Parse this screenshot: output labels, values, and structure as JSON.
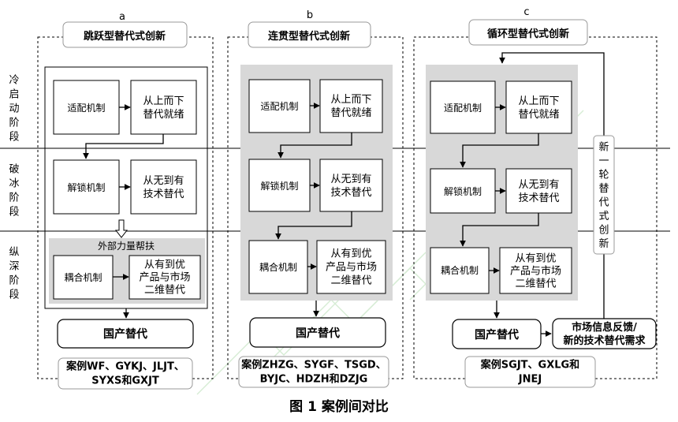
{
  "stages": [
    {
      "name": "stage-cold-start",
      "lines": [
        "冷",
        "启",
        "动",
        "阶",
        "段"
      ]
    },
    {
      "name": "stage-icebreak",
      "lines": [
        "破",
        "冰",
        "阶",
        "段"
      ]
    },
    {
      "name": "stage-deep",
      "lines": [
        "纵",
        "深",
        "阶",
        "段"
      ]
    }
  ],
  "panels": {
    "a": {
      "letter": "a",
      "title": "跳跃型替代式创新",
      "m1": {
        "label": "适配机制",
        "result": [
          "从上而下",
          "替代就绪"
        ]
      },
      "m2": {
        "label": "解锁机制",
        "result": [
          "从无到有",
          "技术替代"
        ]
      },
      "external": "外部力量帮扶",
      "m3": {
        "label": "耦合机制",
        "result": [
          "从有到优",
          "产品与市场",
          "二维替代"
        ]
      },
      "outcome": "国产替代",
      "cases": [
        "案例WF、GYKJ、JLJT、",
        "SYXS和GXJT"
      ]
    },
    "b": {
      "letter": "b",
      "title": "连贯型替代式创新",
      "m1": {
        "label": "适配机制",
        "result": [
          "从上而下",
          "替代就绪"
        ]
      },
      "m2": {
        "label": "解锁机制",
        "result": [
          "从无到有",
          "技术替代"
        ]
      },
      "m3": {
        "label": "耦合机制",
        "result": [
          "从有到优",
          "产品与市场",
          "二维替代"
        ]
      },
      "outcome": "国产替代",
      "cases": [
        "案例ZHZG、SYGF、TSGD、",
        "BYJC、HDZH和DZJG"
      ]
    },
    "c": {
      "letter": "c",
      "title": "循环型替代式创新",
      "m1": {
        "label": "适配机制",
        "result": [
          "从上而下",
          "替代就绪"
        ]
      },
      "m2": {
        "label": "解锁机制",
        "result": [
          "从无到有",
          "技术替代"
        ]
      },
      "m3": {
        "label": "耦合机制",
        "result": [
          "从有到优",
          "产品与市场",
          "二维替代"
        ]
      },
      "outcome": "国产替代",
      "feedback": [
        "市场信息反馈/",
        "新的技术替代需求"
      ],
      "new_round": [
        "新",
        "一",
        "轮",
        "替",
        "代",
        "式",
        "创",
        "新"
      ],
      "cases": [
        "案例SGJT、GXLG和",
        "JNEJ"
      ]
    }
  },
  "caption": "图 1  案例间对比"
}
